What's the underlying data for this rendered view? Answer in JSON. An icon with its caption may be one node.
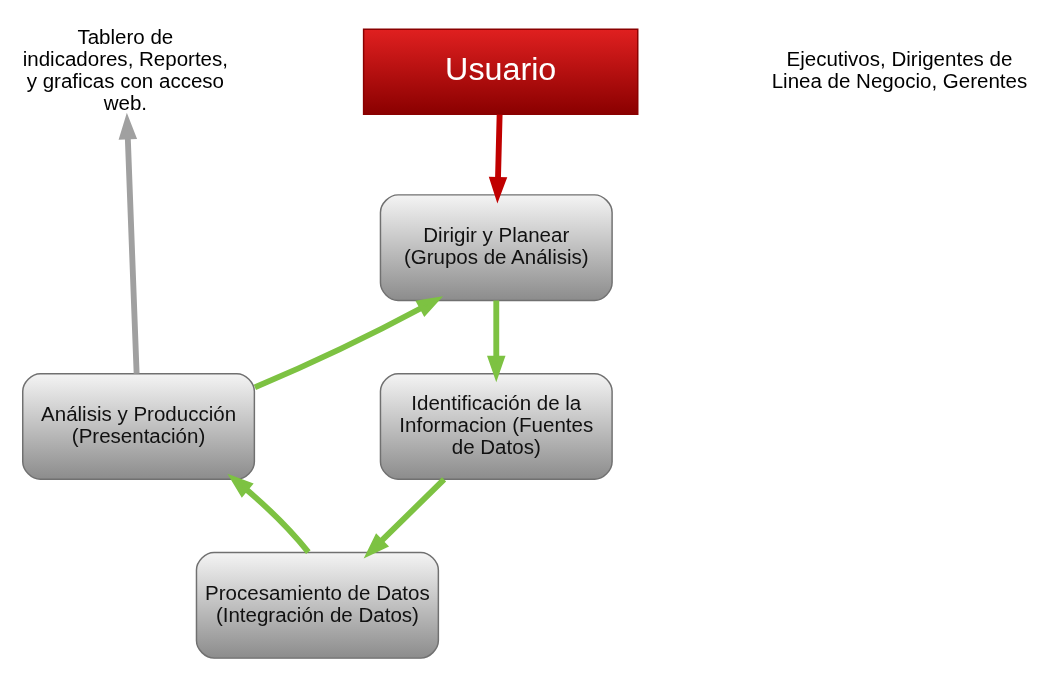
{
  "diagram": {
    "nodes": [
      {
        "text": [
          "Usuario"
        ]
      },
      {
        "text": [
          "Dirigir y Planear (Grupos de Análisis)"
        ]
      },
      {
        "text": [
          "Identificación de la Informacion (Fuentes de Datos)"
        ]
      },
      {
        "text": [
          "Procesamiento de Datos (Integración de Datos)"
        ]
      },
      {
        "text": [
          "Análisis y Producción (Presentación)"
        ]
      },
      {
        "text": [
          "Tablero de indicadores, Reportes, y graficas con acceso web."
        ]
      }
    ],
    "edges": [
      {
        "from": 0,
        "to": 1,
        "arrow": "to",
        "color": "#c00000"
      },
      {
        "from": 1,
        "to": 2,
        "arrow": "to"
      },
      {
        "from": 2,
        "to": 3,
        "arrow": "to"
      },
      {
        "from": 3,
        "to": 4,
        "arrow": "to"
      },
      {
        "from": 4,
        "to": 1,
        "arrow": "to"
      },
      {
        "from": 4,
        "to": 5,
        "arrow": "to",
        "color": "#a0a0a0"
      }
    ],
    "labels": [
      "Ejecutivos, Dirigentes de Linea de Negocio, Gerentes"
    ]
  }
}
